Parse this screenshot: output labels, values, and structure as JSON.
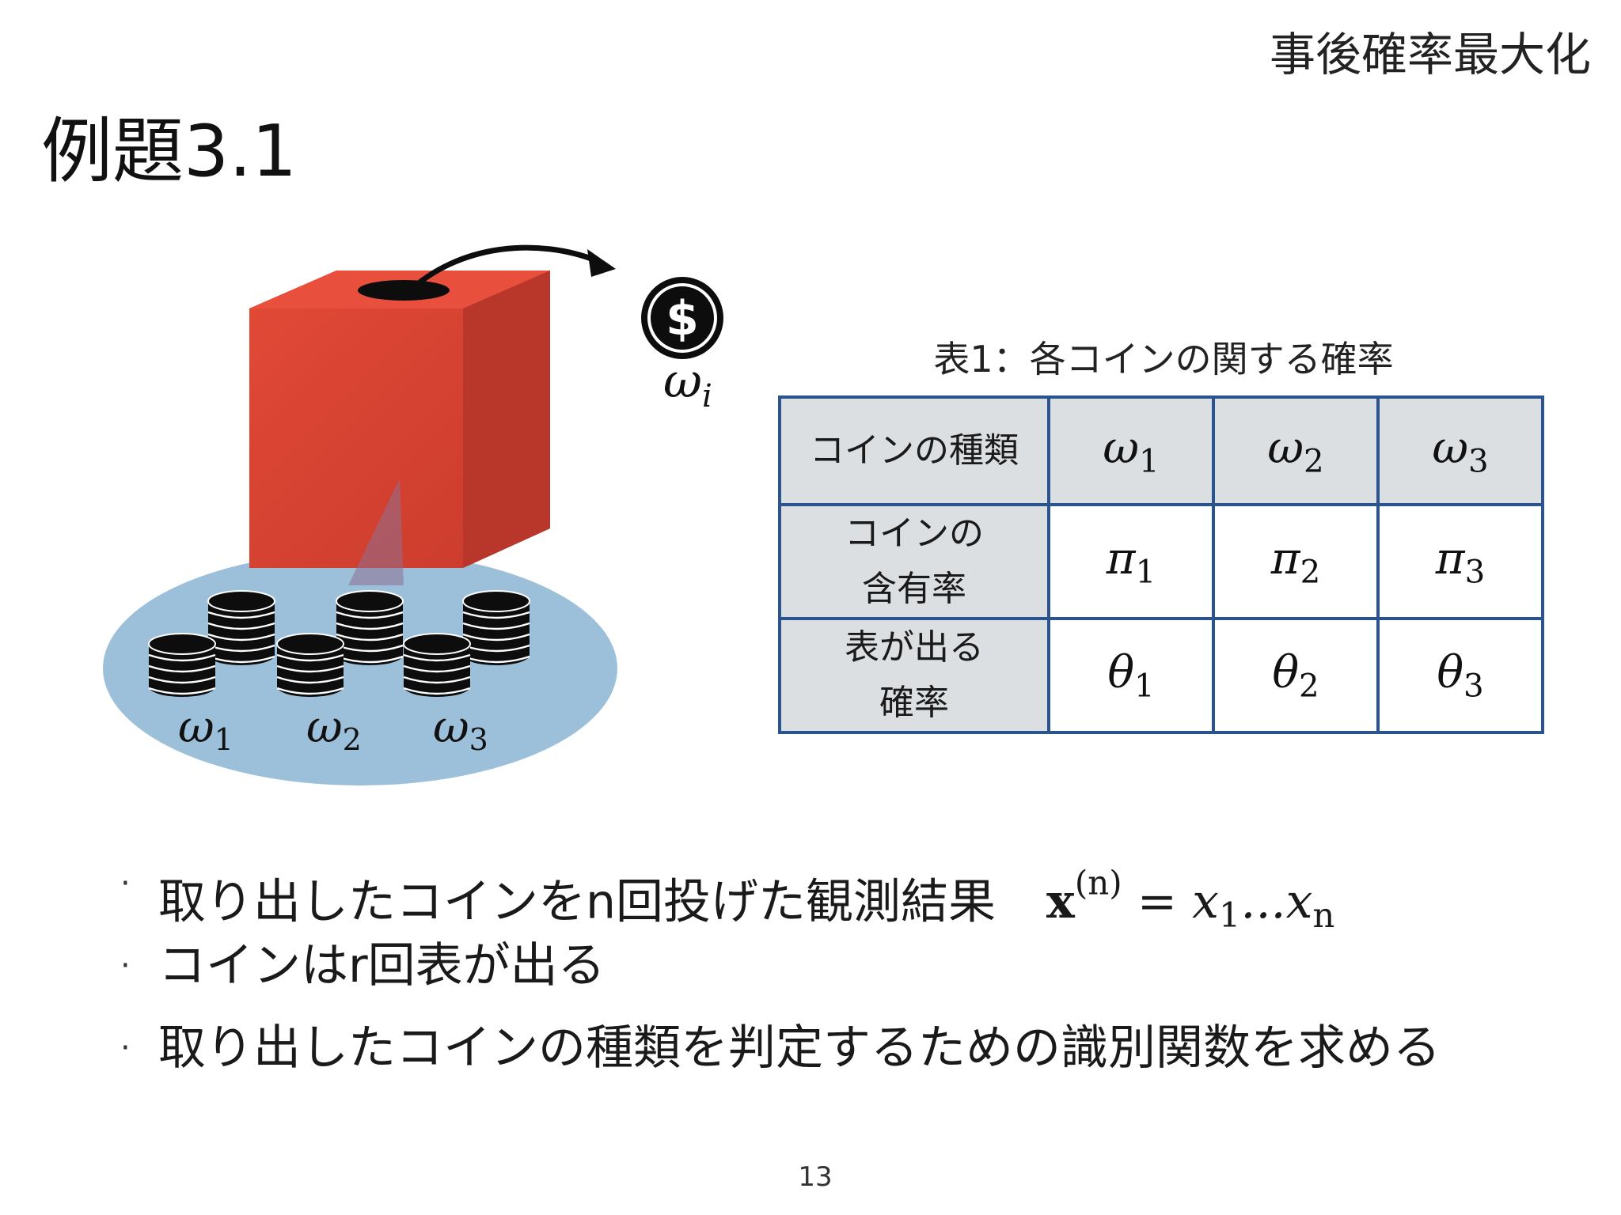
{
  "section_title": "事後確率最大化",
  "slide_title": "例題3.1",
  "illustration": {
    "coin_label": "ω",
    "coin_label_sub": "i",
    "dollar_symbol": "$",
    "stack_labels": [
      {
        "base": "ω",
        "sub": "1"
      },
      {
        "base": "ω",
        "sub": "2"
      },
      {
        "base": "ω",
        "sub": "3"
      }
    ],
    "colors": {
      "box_red": "#d94533",
      "box_top": "#e8503d",
      "box_side": "#b8362a",
      "ellipse_blue": "#9cc0da",
      "coin_black": "#0d0d0d"
    }
  },
  "table": {
    "caption": "表1：各コインの関する確率",
    "rows": [
      {
        "label_lines": [
          "コインの種類"
        ],
        "header": true,
        "cells": [
          {
            "sym": "ω",
            "sub": "1"
          },
          {
            "sym": "ω",
            "sub": "2"
          },
          {
            "sym": "ω",
            "sub": "3"
          }
        ]
      },
      {
        "label_lines": [
          "コインの",
          "含有率"
        ],
        "header": false,
        "cells": [
          {
            "sym": "π",
            "sub": "1"
          },
          {
            "sym": "π",
            "sub": "2"
          },
          {
            "sym": "π",
            "sub": "3"
          }
        ]
      },
      {
        "label_lines": [
          "表が出る",
          "確率"
        ],
        "header": false,
        "cells": [
          {
            "sym": "θ",
            "sub": "1"
          },
          {
            "sym": "θ",
            "sub": "2"
          },
          {
            "sym": "θ",
            "sub": "3"
          }
        ]
      }
    ],
    "colors": {
      "border": "#2a5490",
      "header_bg": "#dcdfe2"
    }
  },
  "bullets": [
    {
      "text": "取り出したコインをn回投げた観測結果"
    },
    {
      "text": "コインはr回表が出る"
    },
    {
      "text": "取り出したコインの種類を判定するための識別関数を求める"
    }
  ],
  "bullet_marker": "·",
  "formula": {
    "bold_x": "x",
    "superscript": "(n)",
    "rhs_equals": "=",
    "rhs_start": "x",
    "rhs_start_sub": "1",
    "rhs_dots": "...",
    "rhs_end": "x",
    "rhs_end_sub": "n"
  },
  "page_number": "13"
}
